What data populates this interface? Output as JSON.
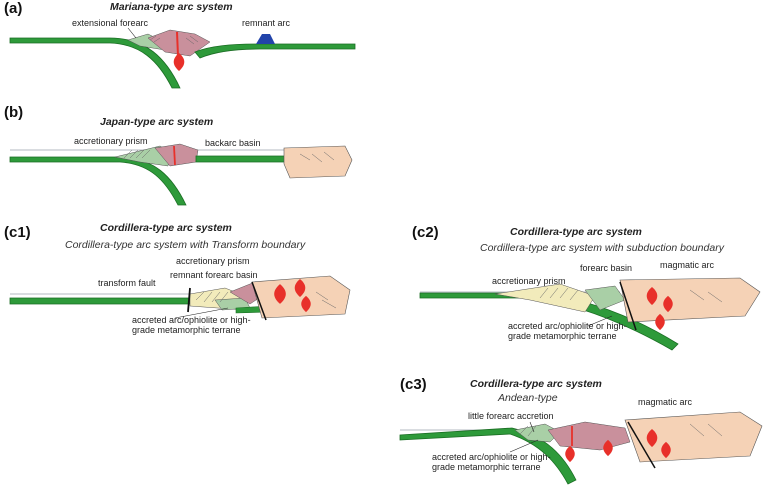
{
  "colors": {
    "plate": "#2e9a3a",
    "plate_dark": "#1b6e24",
    "magma": "#e8302a",
    "arc_pink": "#c9909c",
    "accretionary": "#f2ebbb",
    "forearc_green": "#a9cfa6",
    "continent": "#f5d2b6",
    "ocean_line": "#9aa3ad",
    "remnant_blue": "#2244aa"
  },
  "panels": {
    "a": {
      "label": "(a)",
      "title": "Mariana-type arc system",
      "labels": {
        "extensional_forearc": "extensional forearc",
        "remnant_arc": "remnant arc"
      }
    },
    "b": {
      "label": "(b)",
      "title": "Japan-type arc system",
      "labels": {
        "accretionary_prism": "accretionary prism",
        "backarc_basin": "backarc basin"
      }
    },
    "c1": {
      "label": "(c1)",
      "title": "Cordillera-type arc system",
      "subtitle": "Cordillera-type arc system with Transform boundary",
      "labels": {
        "accretionary_prism": "accretionary prism",
        "transform_fault": "transform fault",
        "remnant_forearc_basin": "remnant forearc basin",
        "accreted_terrane": "accreted arc/ophiolite or high-grade metamorphic terrane"
      }
    },
    "c2": {
      "label": "(c2)",
      "title": "Cordillera-type arc system",
      "subtitle": "Cordillera-type arc system with subduction boundary",
      "labels": {
        "forearc_basin": "forearc basin",
        "magmatic_arc": "magmatic arc",
        "accretionary_prism": "accretionary prism",
        "accreted_terrane": "accreted arc/ophiolite or high-grade metamorphic terrane"
      }
    },
    "c3": {
      "label": "(c3)",
      "title": "Cordillera-type arc system",
      "subtitle": "Andean-type",
      "labels": {
        "little_forearc_accretion": "little forearc accretion",
        "magmatic_arc": "magmatic arc",
        "accreted_terrane": "accreted arc/ophiolite or high-grade metamorphic terrane"
      }
    }
  }
}
